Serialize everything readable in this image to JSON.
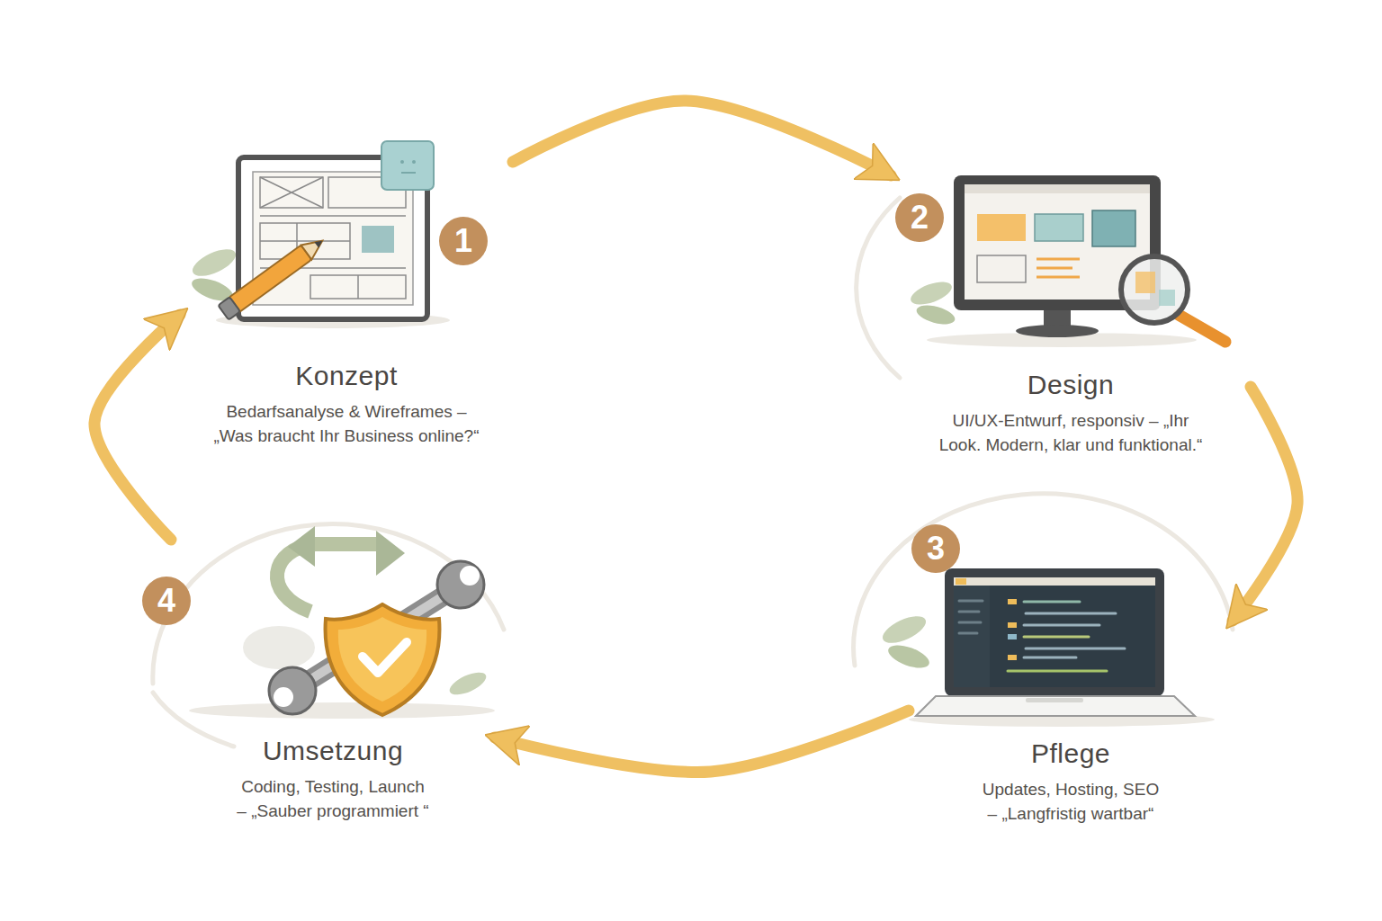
{
  "diagram": {
    "nodes": [
      {
        "text": [
          "Konzept",
          "Bedarfsanalyse & Wireframes – „Was braucht Ihr Business online?“"
        ]
      },
      {
        "text": [
          "Design",
          "UI/UX-Entwurf, responsiv – „Ihr Look. Modern, klar und funktional.“"
        ]
      },
      {
        "text": [
          "Pflege",
          "Updates, Hosting, SEO – „Langfristig wartbar“"
        ]
      },
      {
        "text": [
          "Umsetzung",
          "Coding, Testing, Launch – „Sauber programmiert “"
        ]
      }
    ],
    "edges": [
      {
        "from": 0,
        "to": 1,
        "arrow": "to"
      },
      {
        "from": 1,
        "to": 2,
        "arrow": "to"
      },
      {
        "from": 2,
        "to": 3,
        "arrow": "to"
      },
      {
        "from": 3,
        "to": 0,
        "arrow": "to"
      }
    ],
    "labels": [
      "1",
      "2",
      "3",
      "4"
    ]
  }
}
